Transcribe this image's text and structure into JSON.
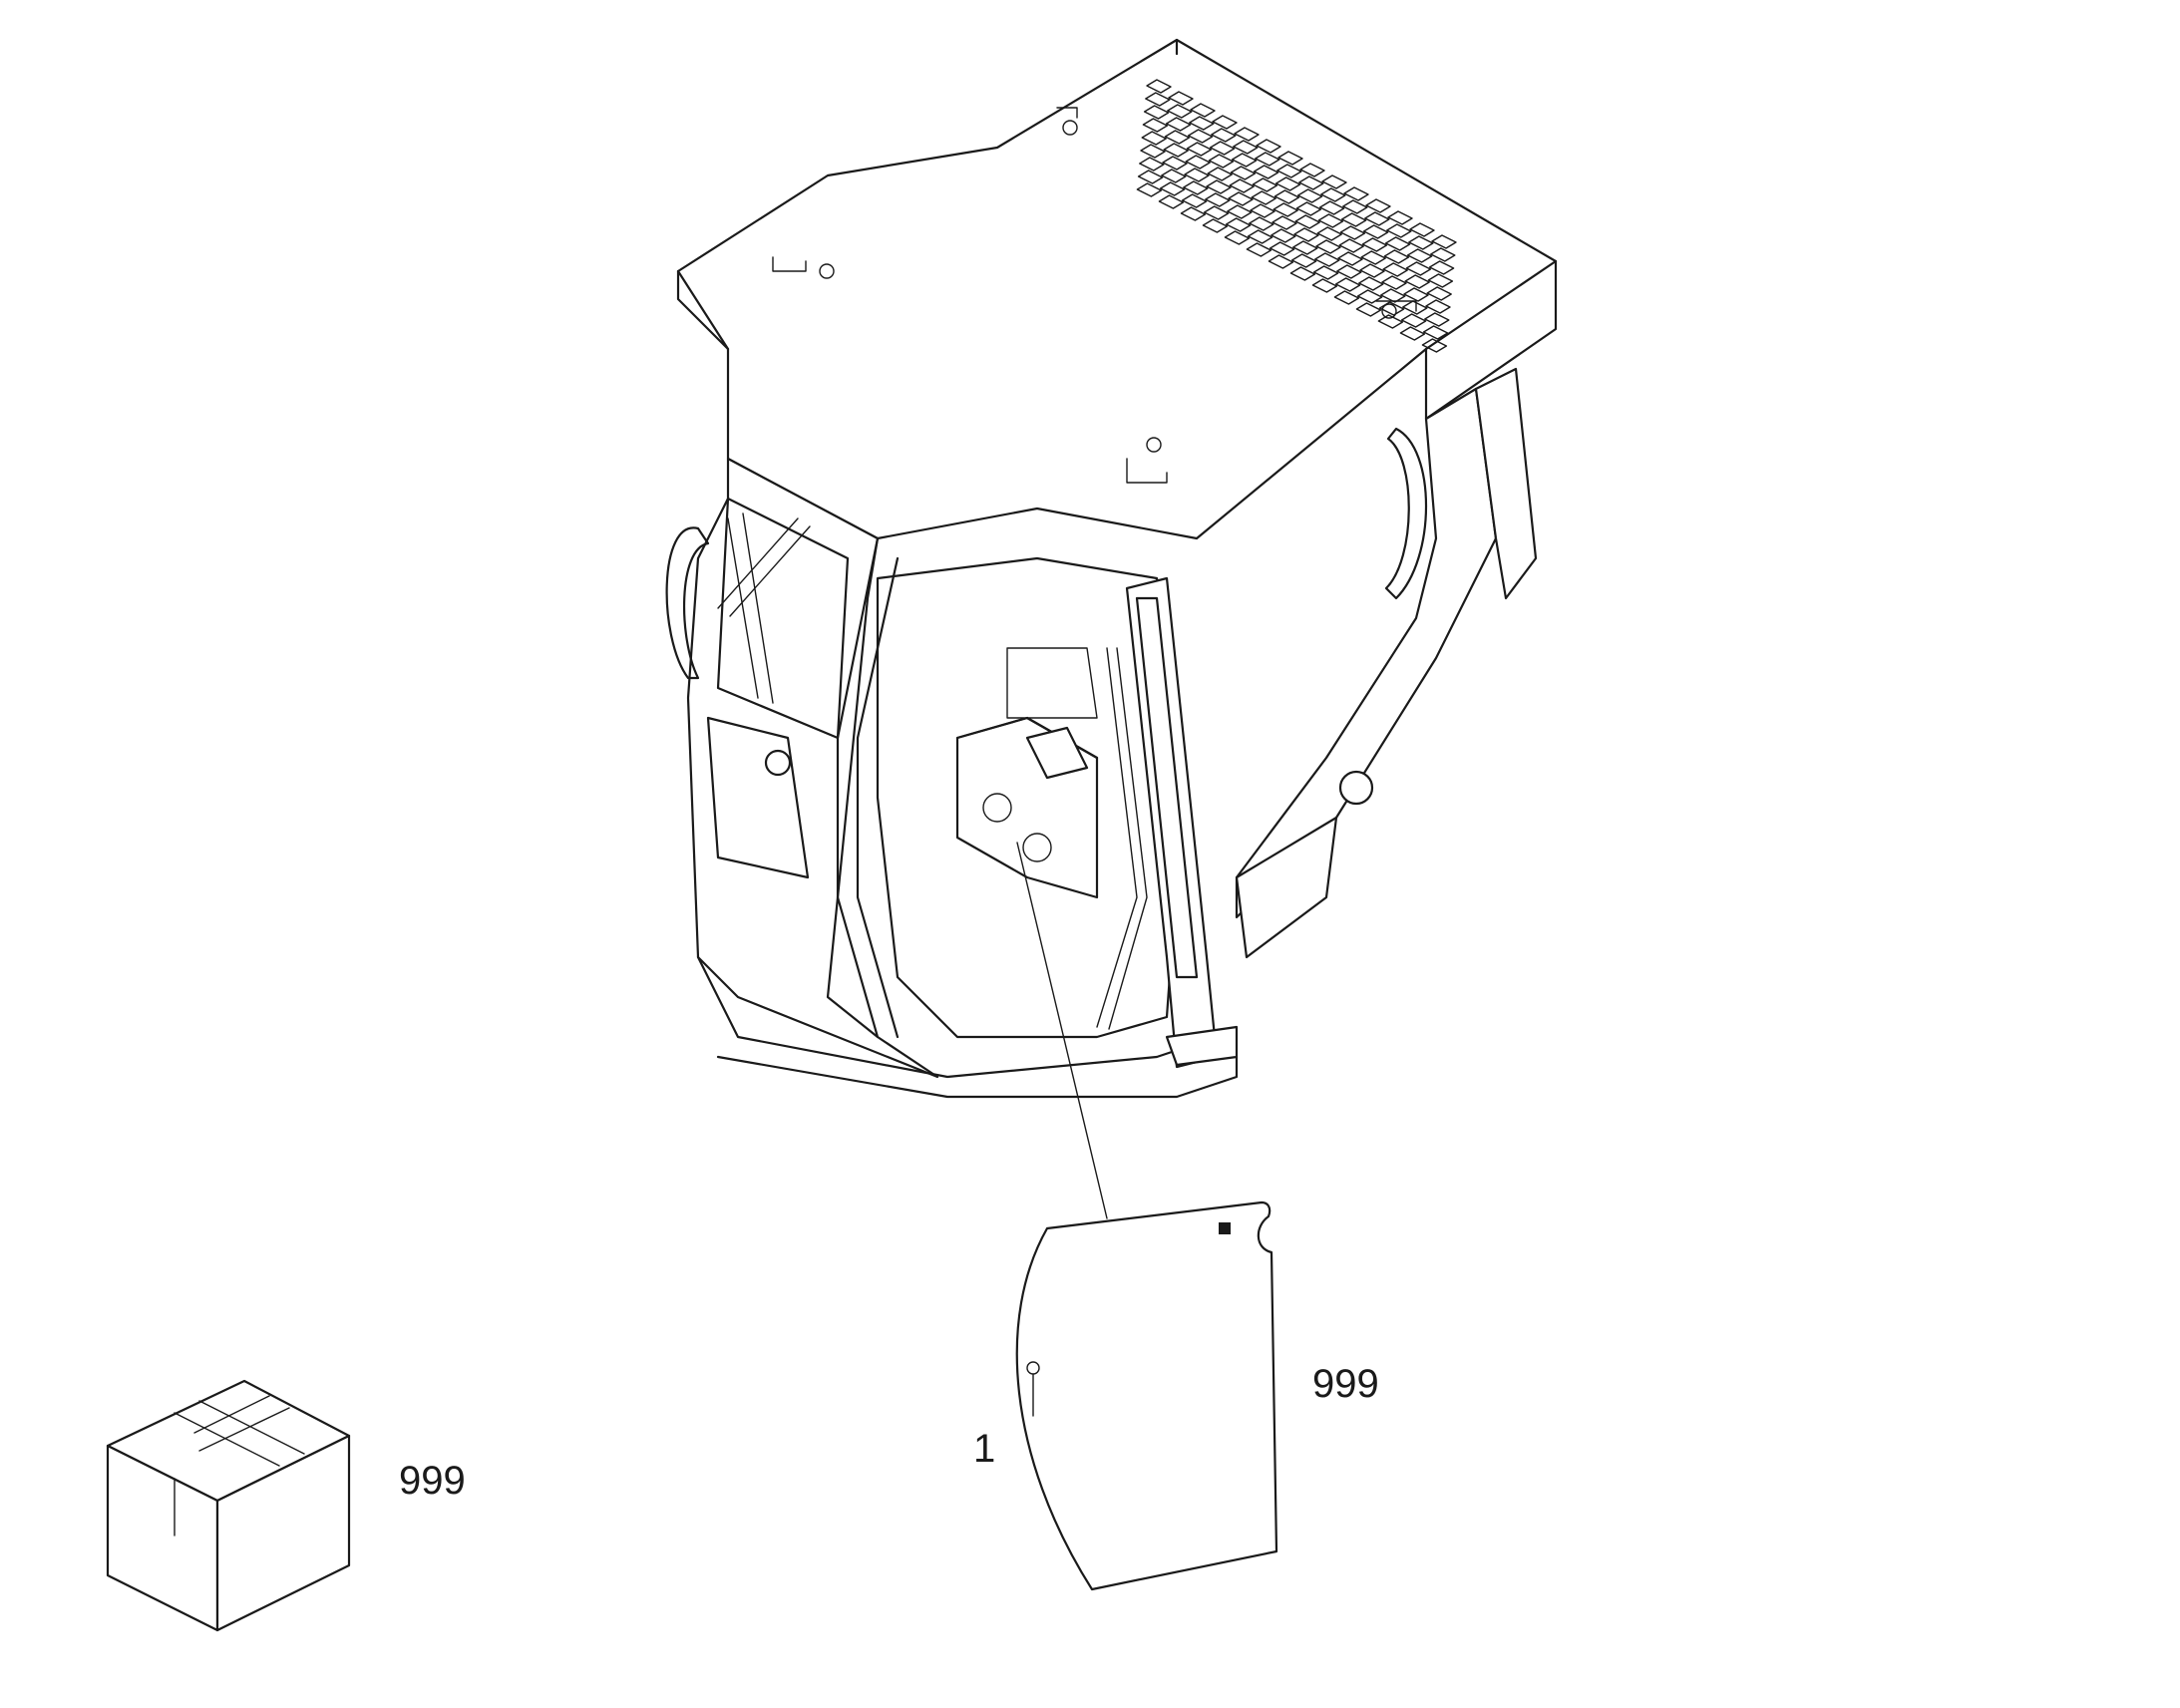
{
  "callouts": {
    "box_quantity": "999",
    "glass_quantity": "999",
    "glass_item_number": "1"
  },
  "colors": {
    "line": "#1a1a1a",
    "background": "#ffffff"
  }
}
